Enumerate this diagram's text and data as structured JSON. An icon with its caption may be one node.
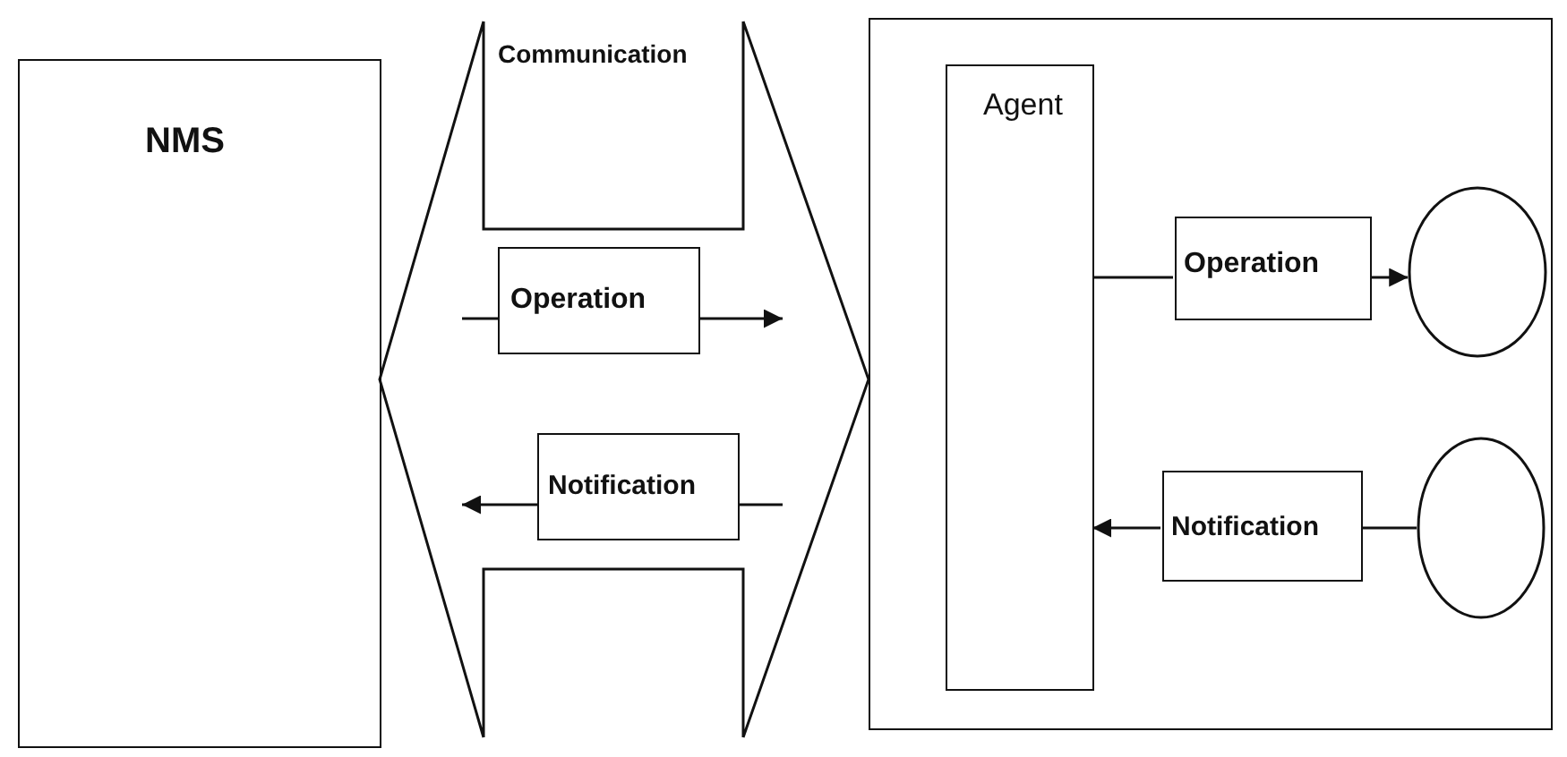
{
  "diagram": {
    "nodes": [
      {
        "text": [
          "NMS"
        ]
      },
      {
        "text": [
          "Communication"
        ]
      },
      {
        "text": [
          "Operation"
        ],
        "in": 1
      },
      {
        "text": [
          "Notification"
        ],
        "in": 1
      },
      {
        "text": [],
        "shape": "box"
      },
      {
        "text": [
          "Agent"
        ],
        "in": 4
      },
      {
        "text": [
          "Operation"
        ],
        "in": 4
      },
      {
        "text": [],
        "shape": "circle",
        "in": 4
      },
      {
        "text": [
          "Notification"
        ],
        "in": 4
      },
      {
        "text": [],
        "shape": "circle",
        "in": 4
      }
    ],
    "edges": [
      {
        "from": null,
        "to": 2,
        "arrow": "none"
      },
      {
        "from": 2,
        "to": null,
        "arrow": "to"
      },
      {
        "from": null,
        "to": 3,
        "arrow": "none"
      },
      {
        "from": 3,
        "to": null,
        "arrow": "to"
      },
      {
        "from": 5,
        "to": 6,
        "arrow": "none"
      },
      {
        "from": 6,
        "to": 7,
        "arrow": "to"
      },
      {
        "from": 9,
        "to": 8,
        "arrow": "none"
      },
      {
        "from": 8,
        "to": 5,
        "arrow": "to"
      }
    ]
  }
}
